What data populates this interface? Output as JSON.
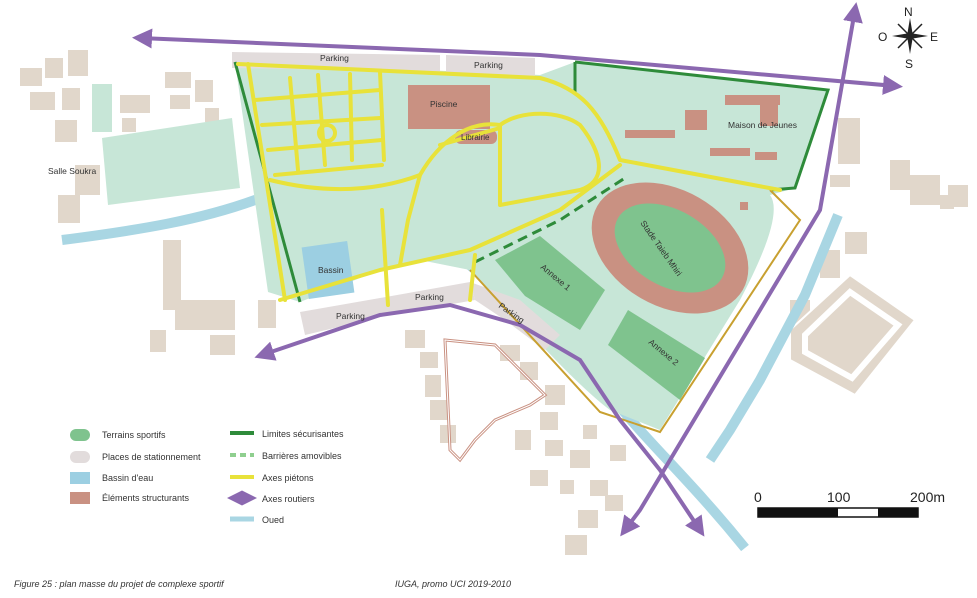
{
  "labels": {
    "parking_top_1": "Parking",
    "parking_top_2": "Parking",
    "parking_bottom_1": "Parking",
    "parking_bottom_2": "Parking",
    "parking_bottom_3": "Parking",
    "piscine": "Piscine",
    "librairie": "Librairie",
    "maison_jeunes": "Maison de Jeunes",
    "salle_soukra": "Salle Soukra",
    "bassin": "Bassin",
    "annexe_1": "Annexe 1",
    "annexe_2": "Annexe 2",
    "stade": "Stade Taieb Mhiri"
  },
  "compass": {
    "n": "N",
    "s": "S",
    "e": "E",
    "o": "O"
  },
  "scale": {
    "s0": "0",
    "s1": "100",
    "s2": "200m"
  },
  "legend": {
    "left": [
      {
        "label": "Terrains sportifs",
        "color": "#7fc38e"
      },
      {
        "label": "Places de stationnement",
        "color": "#e2dcdc"
      },
      {
        "label": "Bassin d'eau",
        "color": "#9ccfe2"
      },
      {
        "label": "Éléments structurants",
        "color": "#c99182"
      }
    ],
    "right": [
      {
        "label": "Limites sécurisantes",
        "color": "#2e8b3a"
      },
      {
        "label": "Barrières amovibles",
        "color": "#8fcf8f"
      },
      {
        "label": "Axes piétons",
        "color": "#e8e23a"
      },
      {
        "label": "Axes routiers",
        "color": "#8b68b0"
      },
      {
        "label": "Oued",
        "color": "#a9d6e3"
      }
    ]
  },
  "caption": {
    "figure": "Figure 25 : plan masse du projet de complexe sportif",
    "credit": "IUGA, promo UCI 2019-2010"
  },
  "colors": {
    "site": "#c7e6d7",
    "field": "#7fc38e",
    "building": "#e1d7cb",
    "structure": "#c99182",
    "parking": "#e2dcdc",
    "water": "#a9d6e3",
    "road": "#8b68b0",
    "pedestrian": "#e8e23a",
    "limit": "#2e8b3a"
  }
}
